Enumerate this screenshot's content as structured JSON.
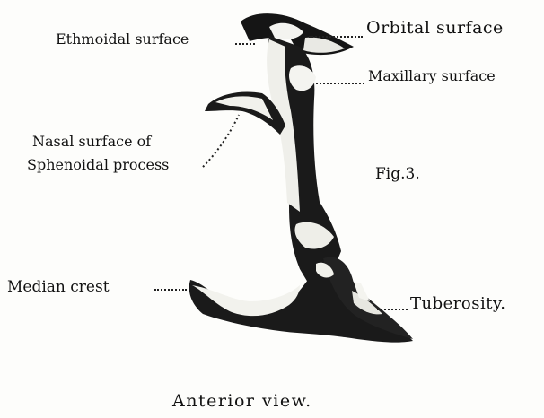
{
  "figure": {
    "number_label": "Fig.3.",
    "caption": "Anterior view.",
    "labels": {
      "orbital": "Orbital surface",
      "ethmoidal": "Ethmoidal surface",
      "maxillary": "Maxillary surface",
      "nasal_line1": "Nasal surface of",
      "nasal_line2": "Sphenoidal process",
      "median": "Median crest",
      "tuberosity": "Tuberosity."
    }
  }
}
